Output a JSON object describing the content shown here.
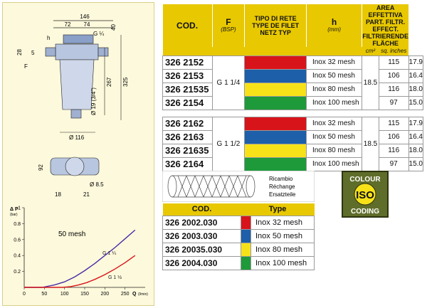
{
  "drawing": {
    "dims": {
      "d146": "146",
      "d72": "72",
      "d74": "74",
      "g14": "G ¼",
      "h": "h",
      "d40": "40",
      "d28": "28",
      "d5": "5",
      "f": "F",
      "d267": "267",
      "d325": "325",
      "phi19": "Ø 19 (3/4\")",
      "phi116": "Ø 116",
      "d92": "92",
      "phi85": "Ø 8.5",
      "d18": "18",
      "d21": "21"
    }
  },
  "chart_data": {
    "type": "line",
    "title": "50 mesh",
    "ylabel": "Δ P",
    "yunit": "(bar)",
    "xlabel": "Q",
    "xunit": "(l/min)",
    "xlim": [
      0,
      300
    ],
    "ylim": [
      0,
      1
    ],
    "xticks": [
      "0",
      "50",
      "100",
      "150",
      "200",
      "250"
    ],
    "yticks": [
      "0.2",
      "0.4",
      "0.6",
      "0.8",
      "1"
    ],
    "series": [
      {
        "name": "G 1 ¼",
        "color": "#4b2aa8",
        "x": [
          45,
          75,
          100,
          125,
          150,
          175,
          200,
          225,
          250,
          275
        ],
        "y": [
          0.0,
          0.03,
          0.07,
          0.13,
          0.21,
          0.3,
          0.4,
          0.5,
          0.61,
          0.72
        ]
      },
      {
        "name": "G 1 ½",
        "color": "#d8141b",
        "x": [
          95,
          115,
          135,
          155,
          175,
          200,
          225,
          250,
          275
        ],
        "y": [
          0.0,
          0.01,
          0.03,
          0.06,
          0.1,
          0.16,
          0.23,
          0.31,
          0.4
        ]
      }
    ]
  },
  "main_table": {
    "headers": {
      "cod": "COD.",
      "f": "F",
      "f_sub": "(BSP)",
      "rete1": "TIPO DI RETE",
      "rete2": "TYPE DE FILET",
      "rete3": "NETZ TYP",
      "h": "h",
      "h_sub": "(mm)",
      "area1": "AREA EFFETTIVA",
      "area2": "PART. FILTR. EFFECT.",
      "area3": "FILTRIERENDE FLÄCHE",
      "cm2": "cm²",
      "sqin": "sq. inches"
    },
    "group1": {
      "f": "G 1 1/4",
      "h": "18.5",
      "rows": [
        {
          "code": "326 2152",
          "color": "#d8141b",
          "mesh": "Inox 32 mesh",
          "cm2": "115",
          "sqin": "17.9"
        },
        {
          "code": "326 2153",
          "color": "#1d5fa8",
          "mesh": "Inox 50 mesh",
          "cm2": "106",
          "sqin": "16.4"
        },
        {
          "code": "326 21535",
          "color": "#f7e21a",
          "mesh": "Inox 80 mesh",
          "cm2": "116",
          "sqin": "18.0"
        },
        {
          "code": "326 2154",
          "color": "#1e9a3a",
          "mesh": "Inox 100 mesh",
          "cm2": "97",
          "sqin": "15.0"
        }
      ]
    },
    "group2": {
      "f": "G 1 1/2",
      "h": "18.5",
      "rows": [
        {
          "code": "326 2162",
          "color": "#d8141b",
          "mesh": "Inox 32 mesh",
          "cm2": "115",
          "sqin": "17.9"
        },
        {
          "code": "326 2163",
          "color": "#1d5fa8",
          "mesh": "Inox 50 mesh",
          "cm2": "106",
          "sqin": "16.4"
        },
        {
          "code": "326 21635",
          "color": "#f7e21a",
          "mesh": "Inox 80 mesh",
          "cm2": "116",
          "sqin": "18.0"
        },
        {
          "code": "326 2164",
          "color": "#1e9a3a",
          "mesh": "Inox 100 mesh",
          "cm2": "97",
          "sqin": "15.0"
        }
      ]
    }
  },
  "spare": {
    "label1": "Ricambio",
    "label2": "Réchange",
    "label3": "Ersatzteile",
    "headers": {
      "cod": "COD.",
      "type": "Type"
    },
    "rows": [
      {
        "code": "326 2002.030",
        "color": "#d8141b",
        "mesh": "Inox 32 mesh"
      },
      {
        "code": "326 2003.030",
        "color": "#1d5fa8",
        "mesh": "Inox 50 mesh"
      },
      {
        "code": "326 20035.030",
        "color": "#f7e21a",
        "mesh": "Inox 80 mesh"
      },
      {
        "code": "326 2004.030",
        "color": "#1e9a3a",
        "mesh": "Inox 100 mesh"
      }
    ]
  },
  "iso": {
    "top": "COLOUR",
    "mid": "ISO",
    "bottom": "CODING"
  }
}
